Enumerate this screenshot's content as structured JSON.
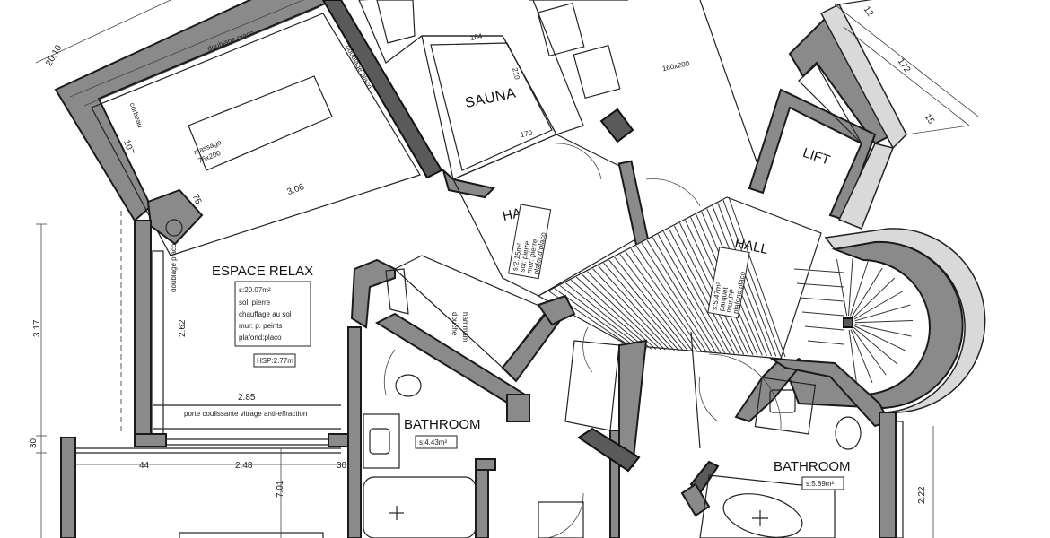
{
  "rooms": {
    "sauna": {
      "label": "SAUNA",
      "dim_width": "164",
      "dim_depth": "210",
      "dim_bottom": "170",
      "bench": ""
    },
    "espace_relax": {
      "label": "ESPACE RELAX",
      "info": [
        "s:20.07m²",
        "sol: pierre",
        "chauffage au sol",
        "mur: p. peints",
        "plafond:placo"
      ],
      "hsp": "HSP:2.77m",
      "massage": [
        "massage",
        "76x200"
      ],
      "window_note": "porte coulissante vitrage anti-effraction",
      "doublage_left": "doublage placo",
      "doublage_top": "doublage placo",
      "doublage_right": "doublage placo",
      "corbeau": "corbeau",
      "dim_306": "3.06",
      "dim_75": "75",
      "dim_107": "107",
      "dim_262": "2.62",
      "dim_285": "2.85"
    },
    "hall_1": {
      "label": "HALL",
      "info": [
        "s:2.15m²",
        "sol: pierre",
        "mur: pierre",
        "plafond:placo"
      ]
    },
    "hall_2": {
      "label": "HALL",
      "info": [
        "s:5.47m²",
        "parquet",
        "mur:PP",
        "plafond:placo"
      ]
    },
    "lift": {
      "label": "LIFT"
    },
    "bathroom_1": {
      "label": "BATHROOM",
      "info": "s:4.43m²"
    },
    "bathroom_2": {
      "label": "BATHROOM",
      "info": "s:5.89m²"
    },
    "shower": {
      "label": [
        "douche",
        "hammam"
      ]
    },
    "bedroom_note": "160x200"
  },
  "dimensions": {
    "left_317": "3.17",
    "left_30": "30",
    "left_2010": "20.10",
    "bottom_44": "44",
    "bottom_248": "2.48",
    "bottom_30": "30",
    "bottom_701": "7.01",
    "right_222": "2.22",
    "right_12": "12",
    "right_172": "172",
    "right_15": "15"
  }
}
